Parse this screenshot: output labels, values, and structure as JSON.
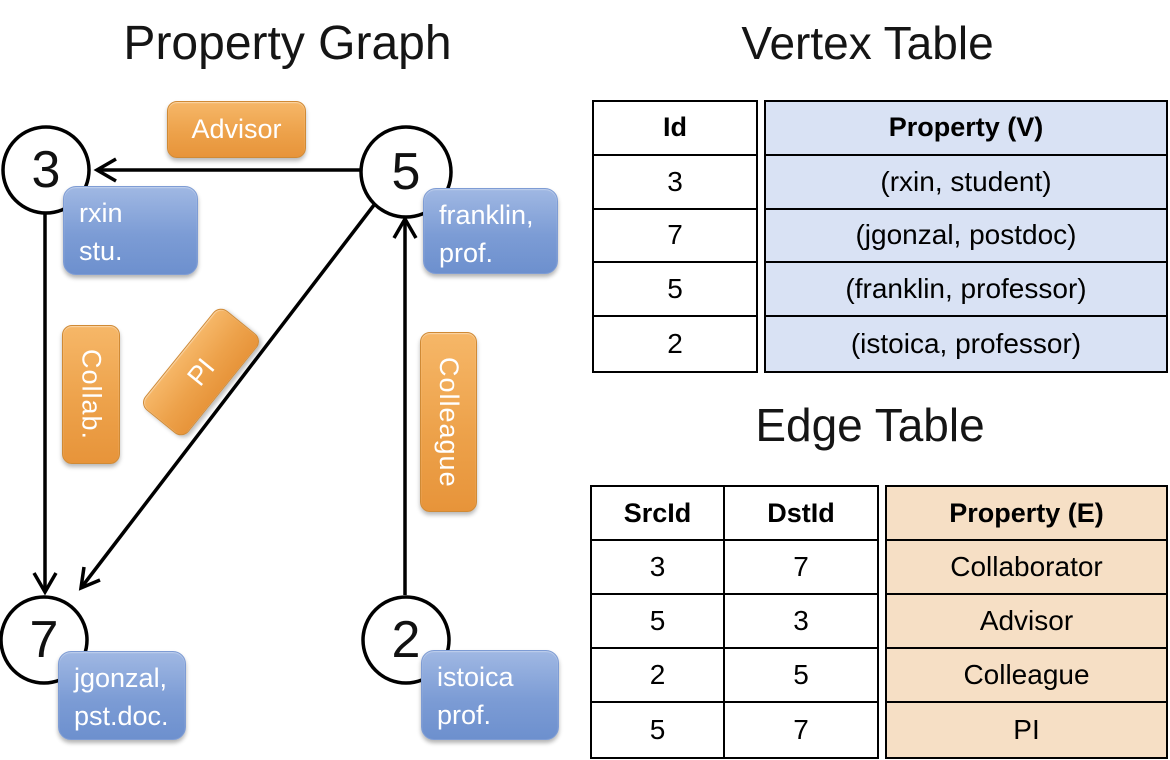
{
  "graph": {
    "title": "Property Graph",
    "nodes": [
      {
        "id": "3",
        "label_line1": "rxin",
        "label_line2": "stu."
      },
      {
        "id": "5",
        "label_line1": "franklin,",
        "label_line2": "prof."
      },
      {
        "id": "7",
        "label_line1": "jgonzal,",
        "label_line2": "pst.doc."
      },
      {
        "id": "2",
        "label_line1": "istoica",
        "label_line2": "prof."
      }
    ],
    "edges": [
      {
        "src": "5",
        "dst": "3",
        "label": "Advisor"
      },
      {
        "src": "3",
        "dst": "7",
        "label": "Collab."
      },
      {
        "src": "5",
        "dst": "7",
        "label": "PI"
      },
      {
        "src": "2",
        "dst": "5",
        "label": "Colleague"
      }
    ]
  },
  "vertex_table": {
    "title": "Vertex Table",
    "headers": {
      "id": "Id",
      "property": "Property (V)"
    },
    "rows": [
      {
        "id": "3",
        "property": "(rxin, student)"
      },
      {
        "id": "7",
        "property": "(jgonzal, postdoc)"
      },
      {
        "id": "5",
        "property": "(franklin, professor)"
      },
      {
        "id": "2",
        "property": "(istoica, professor)"
      }
    ]
  },
  "edge_table": {
    "title": "Edge Table",
    "headers": {
      "src": "SrcId",
      "dst": "DstId",
      "property": "Property (E)"
    },
    "rows": [
      {
        "src": "3",
        "dst": "7",
        "property": "Collaborator"
      },
      {
        "src": "5",
        "dst": "3",
        "property": "Advisor"
      },
      {
        "src": "2",
        "dst": "5",
        "property": "Colleague"
      },
      {
        "src": "5",
        "dst": "7",
        "property": "PI"
      }
    ]
  },
  "colors": {
    "edge_label_fill_top": "#f6b768",
    "edge_label_fill_bottom": "#e7943a",
    "vertex_label_fill_top": "#a0b8e3",
    "vertex_label_fill_bottom": "#6d90ce",
    "vertex_table_property_fill": "#d9e2f4",
    "edge_table_property_fill": "#f6dfc5",
    "line_color": "#000000"
  }
}
